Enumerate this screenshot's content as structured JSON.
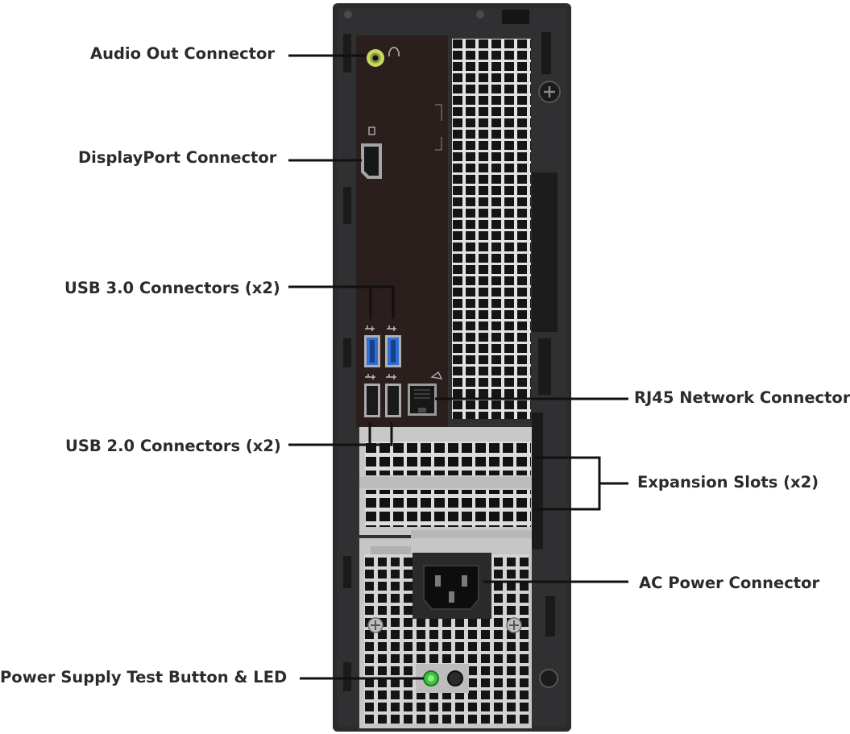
{
  "labels": {
    "audio_out": "Audio Out Connector",
    "displayport": "DisplayPort Connector",
    "usb3": "USB 3.0 Connectors (x2)",
    "usb2": "USB 2.0 Connectors (x2)",
    "rj45": "RJ45 Network Connector",
    "expansion": "Expansion Slots (x2)",
    "ac_power": "AC Power Connector",
    "psu_test": "Power Supply Test Button & LED"
  },
  "colors": {
    "chassis": "#2b2b2d",
    "io_panel": "#2a1f1c",
    "usb3_blue": "#2d6fd6",
    "audio_green": "#c8d860",
    "psu_led_green": "#3cc43c",
    "vent_panel": "#d2d2d2",
    "callout_line": "#111111"
  }
}
